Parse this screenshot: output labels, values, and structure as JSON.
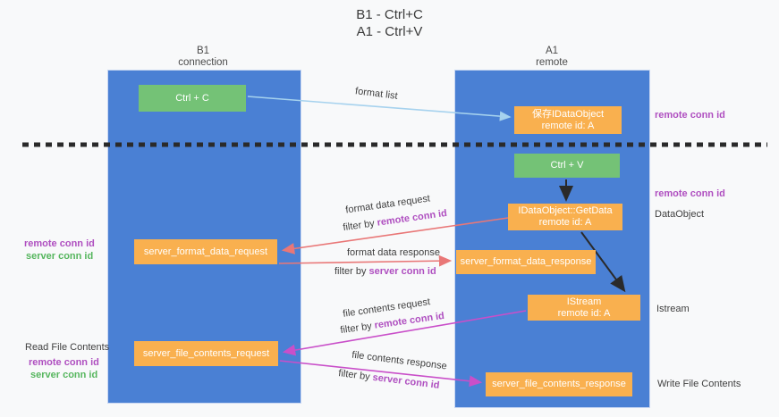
{
  "title": {
    "line1": "B1 - Ctrl+C",
    "line2": "A1 - Ctrl+V"
  },
  "columns": {
    "left": {
      "name": "B1",
      "subtitle": "connection"
    },
    "right": {
      "name": "A1",
      "subtitle": "remote"
    }
  },
  "nodes": {
    "ctrl_c": "Ctrl + C",
    "ctrl_v": "Ctrl + V",
    "save_dataobject": {
      "line1": "保存IDataObject",
      "line2": "remote id: A"
    },
    "getdata": {
      "line1": "IDataObject::GetData",
      "line2": "remote id: A"
    },
    "istream": {
      "line1": "IStream",
      "line2": "remote id: A"
    },
    "format_request": "server_format_data_request",
    "format_response": "server_format_data_response",
    "file_request": "server_file_contents_request",
    "file_response": "server_file_contents_response"
  },
  "edge_labels": {
    "format_list": "format list",
    "format_data_request": "format data request",
    "format_data_response": "format data response",
    "file_contents_request": "file contents request",
    "file_contents_response": "file contents response",
    "filter_by": "filter by ",
    "remote_conn_id": "remote conn id",
    "server_conn_id": "server conn id"
  },
  "side_labels": {
    "right_remote_conn_id_top": "remote conn id",
    "right_remote_conn_id_mid": "remote conn id",
    "dataobject": "DataObject",
    "istream": "Istream",
    "write_file_contents": "Write File Contents",
    "left_remote_conn_id_mid": "remote conn id",
    "left_server_conn_id_mid": "server conn id",
    "read_file_contents": "Read File Contents",
    "left_remote_conn_id_bottom": "remote conn id",
    "left_server_conn_id_bottom": "server conn id"
  },
  "colors": {
    "column_blue": "#4a80d4",
    "node_green": "#74c276",
    "node_orange": "#f9b04f",
    "arrow_light_blue": "#a6d2ee",
    "arrow_black": "#2a2a2a",
    "arrow_red": "#e97777",
    "arrow_magenta": "#c94fc9",
    "id_purple": "#af4fc0",
    "id_green": "#56b65e",
    "dashed_divider": "#2a2a2a"
  }
}
